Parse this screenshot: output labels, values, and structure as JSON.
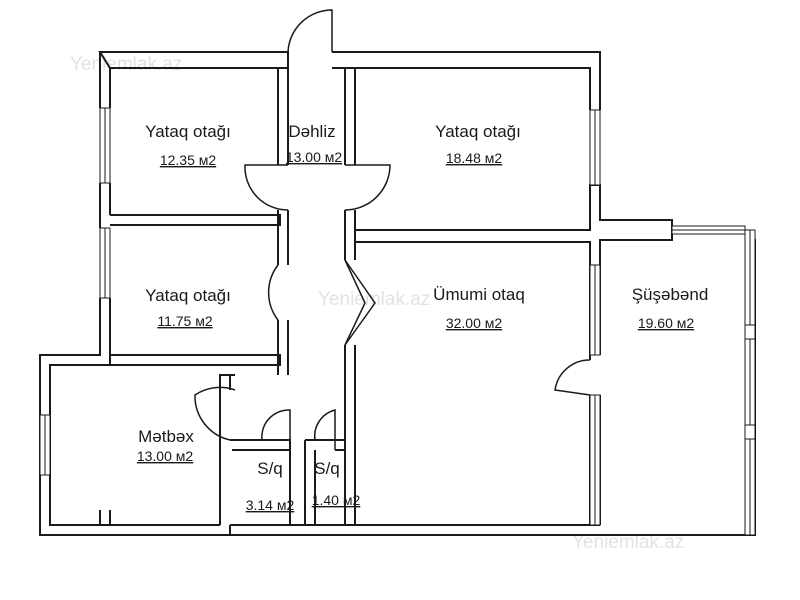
{
  "watermarks": [
    "Yeniemlak.az",
    "Yeniemlak.az",
    "Yeniemlak.az"
  ],
  "rooms": [
    {
      "name": "Yataq otağı",
      "area": "12.35 м2"
    },
    {
      "name": "Dəhliz",
      "area": "13.00 м2"
    },
    {
      "name": "Yataq otağı",
      "area": "18.48 м2"
    },
    {
      "name": "Yataq otağı",
      "area": "11.75 м2"
    },
    {
      "name": "Ümumi otaq",
      "area": "32.00 м2"
    },
    {
      "name": "Şüşəbənd",
      "area": "19.60 м2"
    },
    {
      "name": "Mətbəx",
      "area": "13.00 м2"
    },
    {
      "name": "S/q",
      "area": "3.14 м2"
    },
    {
      "name": "S/q",
      "area": "1.40 м2"
    }
  ]
}
